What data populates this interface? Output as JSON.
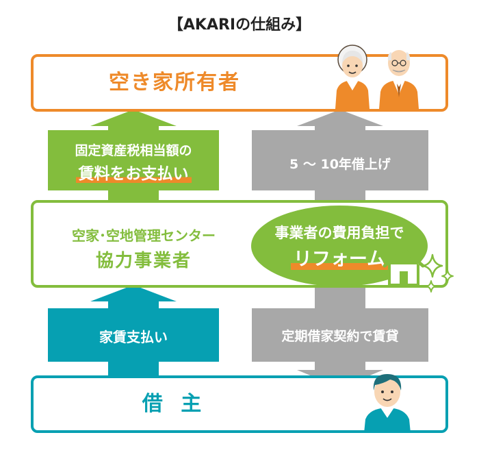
{
  "title": "【AKARIの仕組み】",
  "owner": {
    "label": "空き家所有者"
  },
  "center": {
    "line1": "空家･空地管理センター",
    "line2": "協力事業者"
  },
  "renovation": {
    "line1": "事業者の費用負担で",
    "line2": "リフォーム"
  },
  "tenant": {
    "label": "借 主"
  },
  "arrows": {
    "rent_to_owner": {
      "line1": "固定資産税相当額の",
      "line2": "賃料をお支払い"
    },
    "lease_from_owner": "5 〜 10年借上げ",
    "rent_from_tenant": "家賃支払い",
    "sublease_to_tenant": "定期借家契約で賃貸"
  },
  "colors": {
    "owner": "#ee8a2a",
    "center": "#83bd3d",
    "tenant": "#06a0b2",
    "lease": "#a8a8a8",
    "text": "#222222"
  },
  "icons": [
    "elderly-woman-icon",
    "elderly-man-icon",
    "house-icon",
    "sparkle-icon",
    "young-man-icon"
  ]
}
